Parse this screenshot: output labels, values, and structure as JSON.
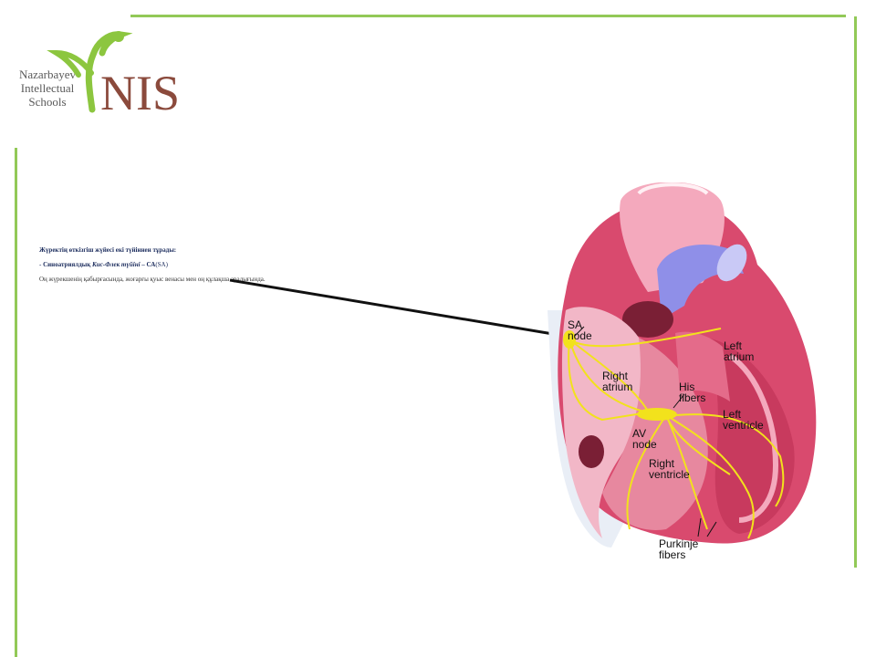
{
  "logo": {
    "name_lines": [
      "Nazarbayev",
      "Intellectual",
      "Schools"
    ],
    "mark_text": "NIS",
    "brand_green": "#8cc63f",
    "brand_brown": "#8b4a3c"
  },
  "slide": {
    "heading": "Жүректің өткізгіш жүйесі екі түйіннен тұрады:",
    "item_prefix": "- ",
    "item_bold": "Синоатриялдық ",
    "item_italic": "Кис-Флек түйіні",
    "item_eq": " – СА",
    "item_paren": "(SA)",
    "description": "Оң жүрекшенің қабырғасында, жоғарғы қуыс венасы мен оң құлақша аралығында."
  },
  "diagram": {
    "labels": {
      "sa": "SA\nnode",
      "left_atrium": "Left\natrium",
      "right_atrium": "Right\natrium",
      "his": "His\nfibers",
      "left_ventricle": "Left\nventricle",
      "av": "AV\nnode",
      "right_ventricle": "Right\nventricle",
      "purkinje": "Purkinje\nfibers"
    },
    "colors": {
      "muscle": "#d94a6e",
      "muscle_light": "#f4a9bd",
      "vessel_blue": "#8f8fe8",
      "conduction": "#f2e21c",
      "background_tissue": "#e9eef6"
    }
  }
}
